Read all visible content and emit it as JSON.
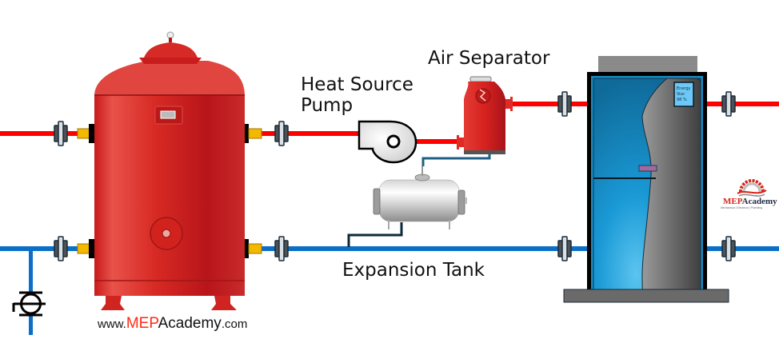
{
  "diagram": {
    "title": "Hydronic heating loop with storage tank, heat source pump, air separator, expansion tank and boiler",
    "labels": {
      "pump": [
        "Heat Source",
        "Pump"
      ],
      "air_separator": "Air Separator",
      "expansion_tank": "Expansion Tank"
    },
    "boiler_display": [
      "Energy",
      "Star",
      "98 %"
    ],
    "footer": {
      "prefix": "www.",
      "brand": "MEP",
      "academy": "Academy",
      "suffix": ".com"
    },
    "logo": {
      "mep": "MEP",
      "academy": "Academy",
      "tagline": "Mechanical | Electrical | Plumbing"
    },
    "colors": {
      "supply_pipe": "#ff0000",
      "return_pipe": "#0b6fc7",
      "expansion_line": "#1f5f85",
      "tank_red": "#d9231f",
      "boiler_blue": "#1a8ac2",
      "boiler_grey": "#6e6e6e",
      "nipple_yellow": "#f5b800"
    }
  }
}
